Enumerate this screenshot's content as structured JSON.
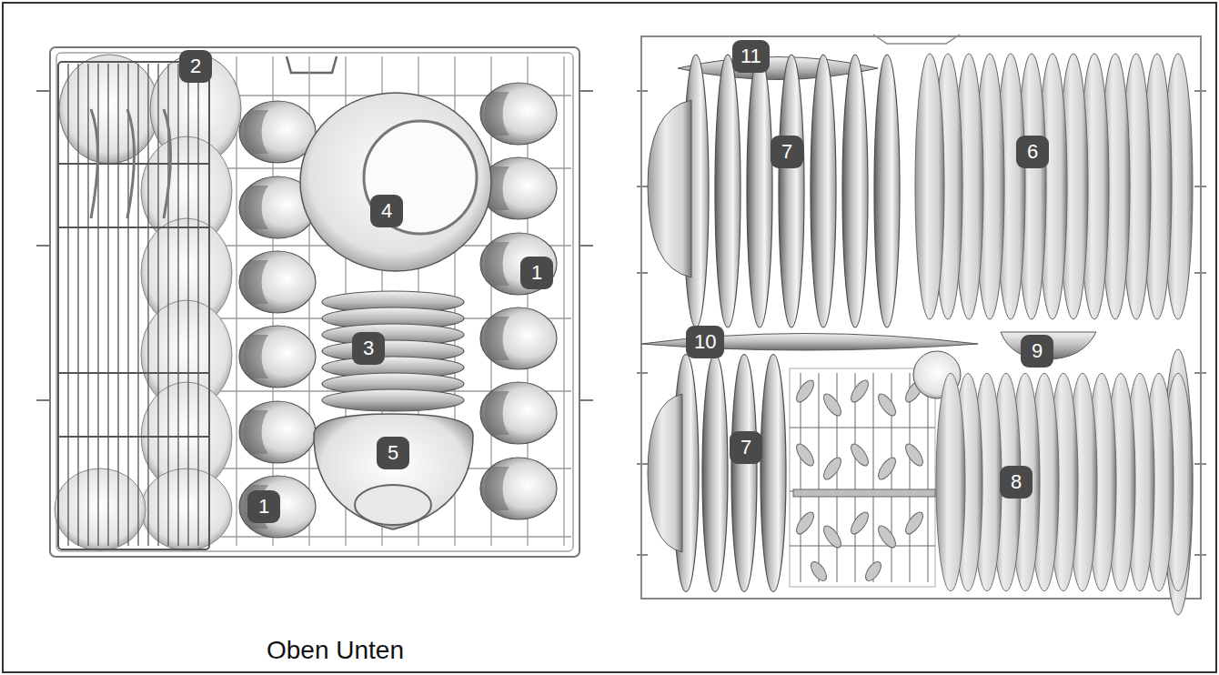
{
  "diagram": {
    "caption": "Oben Unten",
    "labels": [
      "2",
      "4",
      "1",
      "3",
      "5",
      "1",
      "11",
      "7",
      "6",
      "10",
      "9",
      "7",
      "8"
    ]
  }
}
